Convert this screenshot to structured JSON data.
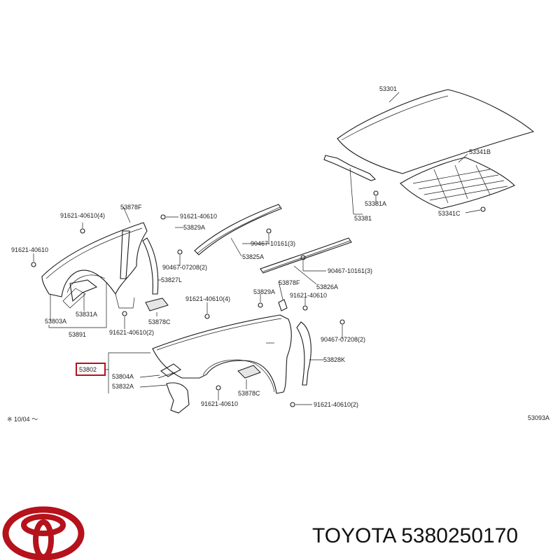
{
  "accent_color": "#b5121b",
  "highlighted_part": "53802",
  "caption": "TOYOTA 5380250170",
  "labels": {
    "hood": "53301",
    "hood_insulator": "53341B",
    "hood_clip": "53341C",
    "hood_seal": "53381",
    "hood_seal_clip": "53381A",
    "screw_hood_seal": "90467-10161(3)",
    "seal_right": "53825A",
    "screw_seal_right": "90467-10161(3)",
    "seal_right_2": "53826A",
    "bolt_rear_left": "91621-40610(4)",
    "bracket_rear": "53878F",
    "bolt_top_mid": "91621-40610",
    "clip_top": "53829A",
    "bolt_left": "91621-40610",
    "screw_rear_mid": "90467-07208(2)",
    "liner_rear": "53827L",
    "fender_rear": "53803A",
    "brace_rear": "53831A",
    "pad_rear": "53878C",
    "fender_assy_rear": "53891",
    "bolt_rear_bottom": "91621-40610(2)",
    "clip_front": "53829A",
    "bracket_front": "53878F",
    "bolt_front_left": "91621-40610(4)",
    "bolt_front_right": "91621-40610",
    "screw_front_right": "90467-07208(2)",
    "liner_front": "53828K",
    "fender_front": "53802",
    "bracket_front_low": "53804A",
    "brace_front": "53832A",
    "pad_front": "53878C",
    "bolt_front_bottom": "91621-40610",
    "bolt_front_bottom_right": "91621-40610(2)",
    "ref_left": "※ 10/04  ～",
    "ref_right": "53093A"
  }
}
